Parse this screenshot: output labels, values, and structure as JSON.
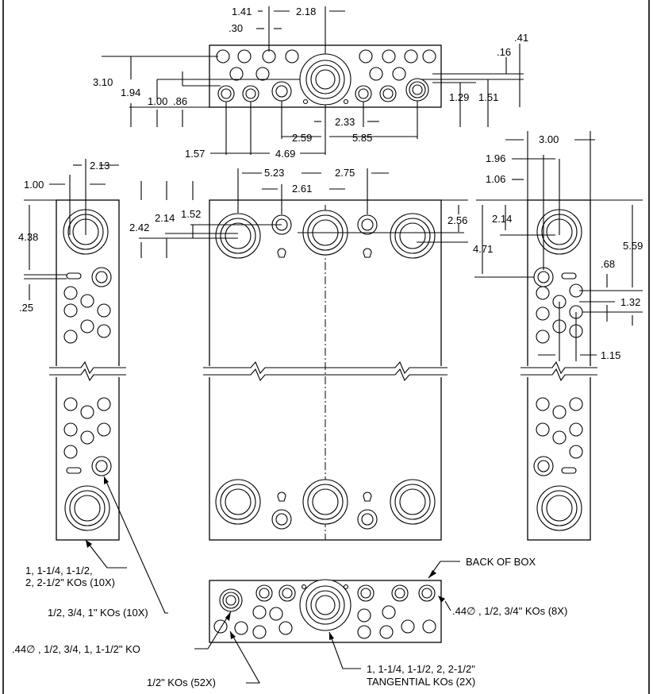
{
  "top_view": {
    "dims": [
      "1.41",
      "2.18",
      ".30",
      ".41",
      ".16",
      "3.10",
      "1.94",
      "1.00",
      ".86",
      "1.29",
      "1.51",
      "2.33",
      "2.59",
      "5.85",
      "1.57",
      "4.69"
    ]
  },
  "front_view": {
    "dims": [
      "5.23",
      "2.75",
      "2.61",
      "2.42",
      "2.14",
      "1.52",
      "2.56"
    ]
  },
  "left_side": {
    "dims": [
      "2.13",
      "1.00",
      "4.38",
      ".25"
    ]
  },
  "right_side": {
    "dims": [
      "3.00",
      "1.96",
      "1.06",
      "2.14",
      "4.71",
      "5.59",
      ".68",
      "1.32",
      "1.15"
    ]
  },
  "callouts": {
    "large_kos_1": "1, 1-1/4, 1-1/2,",
    "large_kos_2": "2, 2-1/2\" KOs (10X)",
    "small_kos": "1/2, 3/4, 1\" KOs (10X)",
    "back_of_box": "BACK OF BOX",
    "kos_440_8x": ".44∅ , 1/2, 3/4\" KOs (8X)",
    "kos_440_single": ".44∅ , 1/2, 3/4, 1, 1-1/2\" KO",
    "half_kos": "1/2\" KOs (52X)",
    "tangential_1": "1, 1-1/4, 1-1/2, 2, 2-1/2\"",
    "tangential_2": "TANGENTIAL KOs (2X)"
  }
}
